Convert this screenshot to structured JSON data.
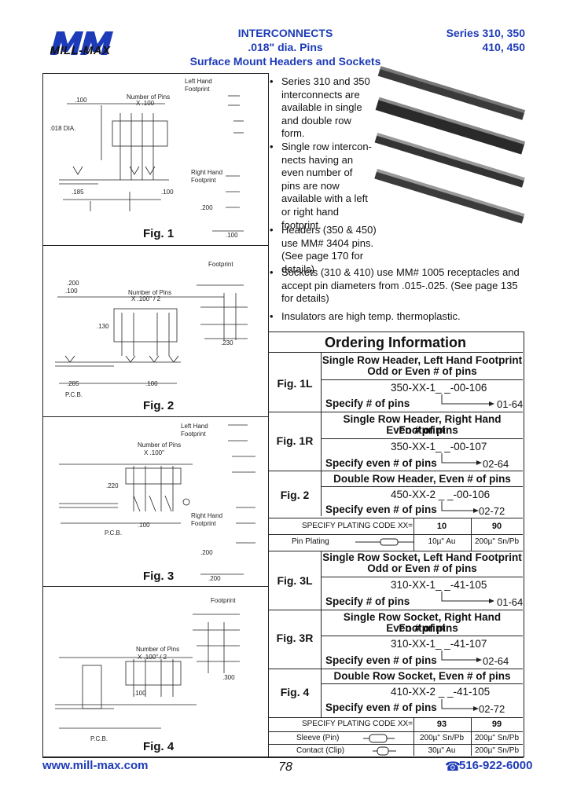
{
  "header": {
    "brand": "MILL-MAX",
    "title_lines": [
      "INTERCONNECTS",
      ".018\" dia. Pins",
      "Surface Mount Headers and Sockets"
    ],
    "series_lines": [
      "Series 310, 350",
      "410, 450"
    ]
  },
  "figures": [
    {
      "label": "Fig. 1",
      "notes": [
        "Left Hand Footprint",
        "Number of Pins X .100",
        "Right Hand Footprint",
        ".018 DIA.",
        ".100",
        ".185",
        ".100",
        ".200",
        ".100"
      ]
    },
    {
      "label": "Fig. 2",
      "notes": [
        "Footprint",
        "Number of Pins X .100\" / 2",
        ".200",
        ".100",
        ".130",
        ".285",
        ".100",
        ".230",
        "P.C.B."
      ]
    },
    {
      "label": "Fig. 3",
      "notes": [
        "Left Hand Footprint",
        "Number of Pins X .100\"",
        ".220",
        "Right Hand Footprint",
        ".100",
        ".200",
        "P.C.B."
      ]
    },
    {
      "label": "Fig. 4",
      "notes": [
        "Footprint",
        "Number of Pins X .100\" / 2",
        ".100",
        ".300",
        "P.C.B."
      ]
    }
  ],
  "bullets": [
    "Series 310 and 350 interconnects are available in single and double row form.",
    "Single row intercon-nects having an even number of pins are now available with a left or right hand footprint.",
    "Headers (350 & 450) use MM# 3404 pins. (See page 170 for details)",
    "Sockets (310 & 410) use MM# 1005 receptacles and accept pin diameters from .015-.025. (See page 135 for details)",
    "Insulators are high temp. thermoplastic."
  ],
  "ordering": {
    "title": "Ordering Information",
    "items": [
      {
        "fig": "Fig. 1L",
        "desc": [
          "Single Row Header, Left Hand Footprint",
          "Odd or Even # of pins"
        ],
        "part": "350-XX-1_ _-00-106",
        "spec": "Specify # of pins",
        "range": "01-64"
      },
      {
        "fig": "Fig. 1R",
        "desc": [
          "Single Row Header, Right Hand Footprint",
          "Even # of pins"
        ],
        "part": "350-XX-1_ _-00-107",
        "spec": "Specify even # of pins",
        "range": "02-64"
      },
      {
        "fig": "Fig. 2",
        "desc": [
          "Double Row Header, Even # of pins"
        ],
        "part": "450-XX-2 _ _-00-106",
        "spec": "Specify even # of pins",
        "range": "02-72"
      },
      {
        "fig": "Fig. 3L",
        "desc": [
          "Single Row Socket, Left Hand Footprint",
          "Odd or Even # of pins"
        ],
        "part": "310-XX-1_ _-41-105",
        "spec": "Specify # of pins",
        "range": "01-64"
      },
      {
        "fig": "Fig. 3R",
        "desc": [
          "Single Row Socket, Right Hand Footprint",
          "Even # of pins"
        ],
        "part": "310-XX-1_ _-41-107",
        "spec": "Specify even # of pins",
        "range": "02-64"
      },
      {
        "fig": "Fig. 4",
        "desc": [
          "Double Row Socket, Even # of pins"
        ],
        "part": "410-XX-2 _ _-41-105",
        "spec": "Specify even # of pins",
        "range": "02-72"
      }
    ],
    "header_plating": {
      "label": "SPECIFY PLATING CODE XX=",
      "codes": [
        "10",
        "90"
      ],
      "row_label": "Pin Plating",
      "values": [
        "10µ\" Au",
        "200µ\" Sn/Pb"
      ]
    },
    "socket_plating": {
      "label": "SPECIFY PLATING CODE XX=",
      "codes": [
        "93",
        "99"
      ],
      "rows": [
        {
          "label": "Sleeve (Pin)",
          "values": [
            "200µ\" Sn/Pb",
            "200µ\" Sn/Pb"
          ]
        },
        {
          "label": "Contact (Clip)",
          "values": [
            "30µ\" Au",
            "200µ\" Sn/Pb"
          ]
        }
      ]
    }
  },
  "footer": {
    "url": "www.mill-max.com",
    "page": "78",
    "phone": "516-922-6000",
    "phone_icon": "telephone-icon"
  }
}
